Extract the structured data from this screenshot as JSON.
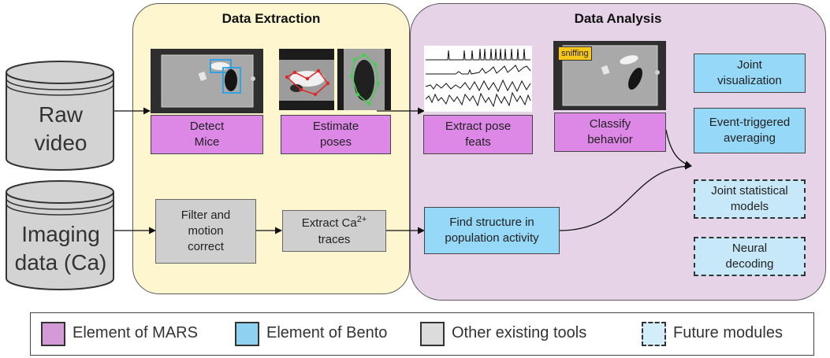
{
  "regions": {
    "extraction_title": "Data Extraction",
    "analysis_title": "Data Analysis"
  },
  "inputs": {
    "raw_video": [
      "Raw",
      "video"
    ],
    "imaging": [
      "Imaging",
      "data (Ca)"
    ]
  },
  "boxes": {
    "detect_mice": [
      "Detect",
      "Mice"
    ],
    "estimate_poses": [
      "Estimate",
      "poses"
    ],
    "extract_pose_feats": [
      "Extract pose",
      "feats"
    ],
    "classify_behavior": [
      "Classify",
      "behavior"
    ],
    "filter_motion": [
      "Filter and",
      "motion",
      "correct"
    ],
    "extract_ca": {
      "prefix": "Extract Ca",
      "sup": "2+",
      "line2": "traces"
    },
    "find_structure": [
      "Find structure in",
      "population activity"
    ],
    "joint_visualization": [
      "Joint",
      "visualization"
    ],
    "event_triggered": [
      "Event-triggered",
      "averaging"
    ],
    "joint_statistical": [
      "Joint statistical",
      "models"
    ],
    "neural_decoding": [
      "Neural",
      "decoding"
    ]
  },
  "frame_label": "sniffing",
  "legend": [
    {
      "label": "Element of MARS",
      "color": "#d49ad8",
      "dashed": false
    },
    {
      "label": "Element of Bento",
      "color": "#8fd1f0",
      "dashed": false
    },
    {
      "label": "Other existing tools",
      "color": "#dcdcdc",
      "dashed": false
    },
    {
      "label": "Future modules",
      "color": "#d3eefa",
      "dashed": true
    }
  ],
  "colors": {
    "mars": "#dd88e6",
    "bento": "#96d8f7",
    "other": "#cfcfcf",
    "future": "#c6e8f8",
    "extraction_bg": "#fdf6cf",
    "analysis_bg": "#e6d3e8",
    "badge": "#f9c61a"
  }
}
